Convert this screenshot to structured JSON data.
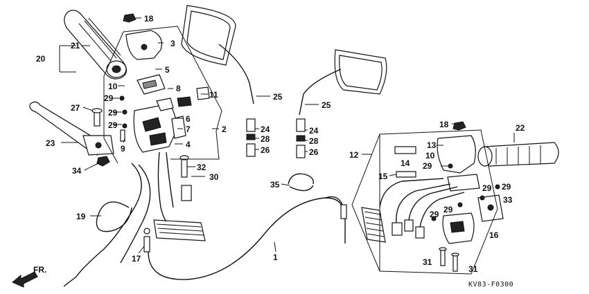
{
  "callouts": [
    {
      "text": "18"
    },
    {
      "text": "3"
    },
    {
      "text": "21"
    },
    {
      "text": "20"
    },
    {
      "text": "5"
    },
    {
      "text": "10"
    },
    {
      "text": "29"
    },
    {
      "text": "8"
    },
    {
      "text": "11"
    },
    {
      "text": "29"
    },
    {
      "text": "27"
    },
    {
      "text": "6"
    },
    {
      "text": "29"
    },
    {
      "text": "7"
    },
    {
      "text": "9"
    },
    {
      "text": "4"
    },
    {
      "text": "2"
    },
    {
      "text": "23"
    },
    {
      "text": "34"
    },
    {
      "text": "32"
    },
    {
      "text": "30"
    },
    {
      "text": "19"
    },
    {
      "text": "17"
    },
    {
      "text": "1"
    },
    {
      "text": "25"
    },
    {
      "text": "24"
    },
    {
      "text": "28"
    },
    {
      "text": "26"
    },
    {
      "text": "25"
    },
    {
      "text": "24"
    },
    {
      "text": "28"
    },
    {
      "text": "26"
    },
    {
      "text": "35"
    },
    {
      "text": "18"
    },
    {
      "text": "22"
    },
    {
      "text": "12"
    },
    {
      "text": "13"
    },
    {
      "text": "14"
    },
    {
      "text": "10"
    },
    {
      "text": "29"
    },
    {
      "text": "15"
    },
    {
      "text": "29"
    },
    {
      "text": "29"
    },
    {
      "text": "33"
    },
    {
      "text": "29"
    },
    {
      "text": "29"
    },
    {
      "text": "16"
    },
    {
      "text": "31"
    },
    {
      "text": "31"
    }
  ],
  "front_arrow": "FR.",
  "diagram_code": "KV83-F0300"
}
